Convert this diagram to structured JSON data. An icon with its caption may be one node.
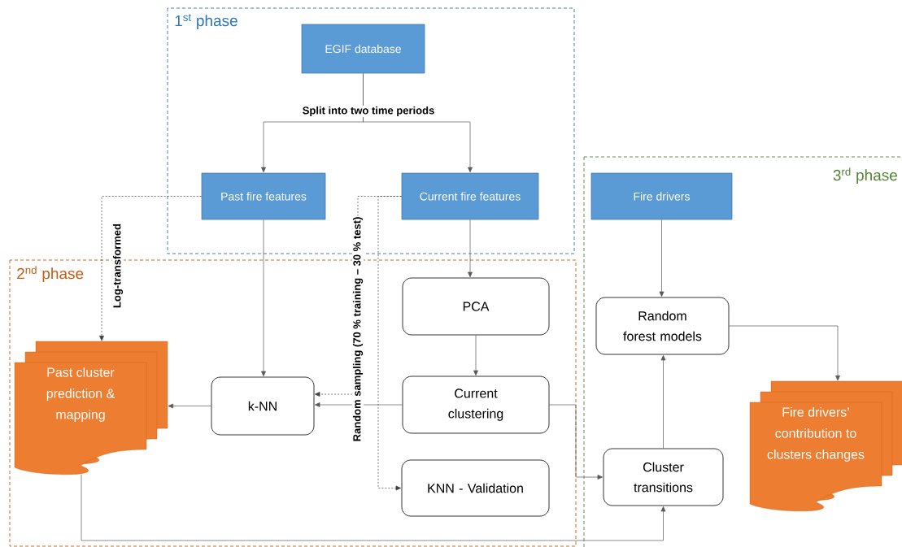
{
  "diagram": {
    "nodes": [
      {
        "text": [
          "1$^{st}$ phase"
        ]
      },
      {
        "text": [
          "EGIF database"
        ],
        "in": 0
      },
      {
        "text": [
          "Past fire features"
        ],
        "in": 0
      },
      {
        "text": [
          "Current fire features"
        ],
        "in": 0
      },
      {
        "text": [
          "2$^{nd}$ phase"
        ]
      },
      {
        "text": [
          "PCA"
        ],
        "in": 4
      },
      {
        "text": [
          "Past cluster prediction & mapping"
        ],
        "in": 4
      },
      {
        "text": [
          "k-NN"
        ],
        "in": 4
      },
      {
        "text": [
          "Current clustering"
        ],
        "in": 4
      },
      {
        "text": [
          "KNN - Validation"
        ],
        "in": 4
      },
      {
        "text": [
          "3$^{rd}$ phase"
        ]
      },
      {
        "text": [
          "Fire drivers"
        ],
        "in": 10
      },
      {
        "text": [
          "Random forest models"
        ],
        "in": 10
      },
      {
        "text": [
          "Cluster transitions"
        ],
        "in": 10
      },
      {
        "text": [
          "Fire drivers’ contribution to clusters changes"
        ],
        "in": 10
      }
    ],
    "edges": [
      {
        "from": 1,
        "to": 2,
        "arrow": "to",
        "label": "Split into two time periods"
      },
      {
        "from": 1,
        "to": 3,
        "arrow": "to"
      },
      {
        "from": 2,
        "to": 6,
        "arrow": "to",
        "style": "dashed",
        "label": "Log-transformed"
      },
      {
        "from": 3,
        "to": 7,
        "arrow": "to",
        "style": "dashed",
        "label": "Random sampling (70 % training – 30 % test)"
      },
      {
        "from": 3,
        "to": 9,
        "arrow": "to",
        "style": "dashed"
      },
      {
        "from": 2,
        "to": 7,
        "arrow": "to"
      },
      {
        "from": 3,
        "to": 5,
        "arrow": "to"
      },
      {
        "from": 5,
        "to": 8,
        "arrow": "to"
      },
      {
        "from": 8,
        "to": 7,
        "arrow": "to"
      },
      {
        "from": 7,
        "to": 6,
        "arrow": "to"
      },
      {
        "from": 8,
        "to": 13,
        "arrow": "to"
      },
      {
        "from": 6,
        "to": 13,
        "arrow": "to"
      },
      {
        "from": 11,
        "to": 12,
        "arrow": "to"
      },
      {
        "from": 13,
        "to": 12,
        "arrow": "to"
      },
      {
        "from": 12,
        "to": 14,
        "arrow": "to"
      }
    ]
  }
}
